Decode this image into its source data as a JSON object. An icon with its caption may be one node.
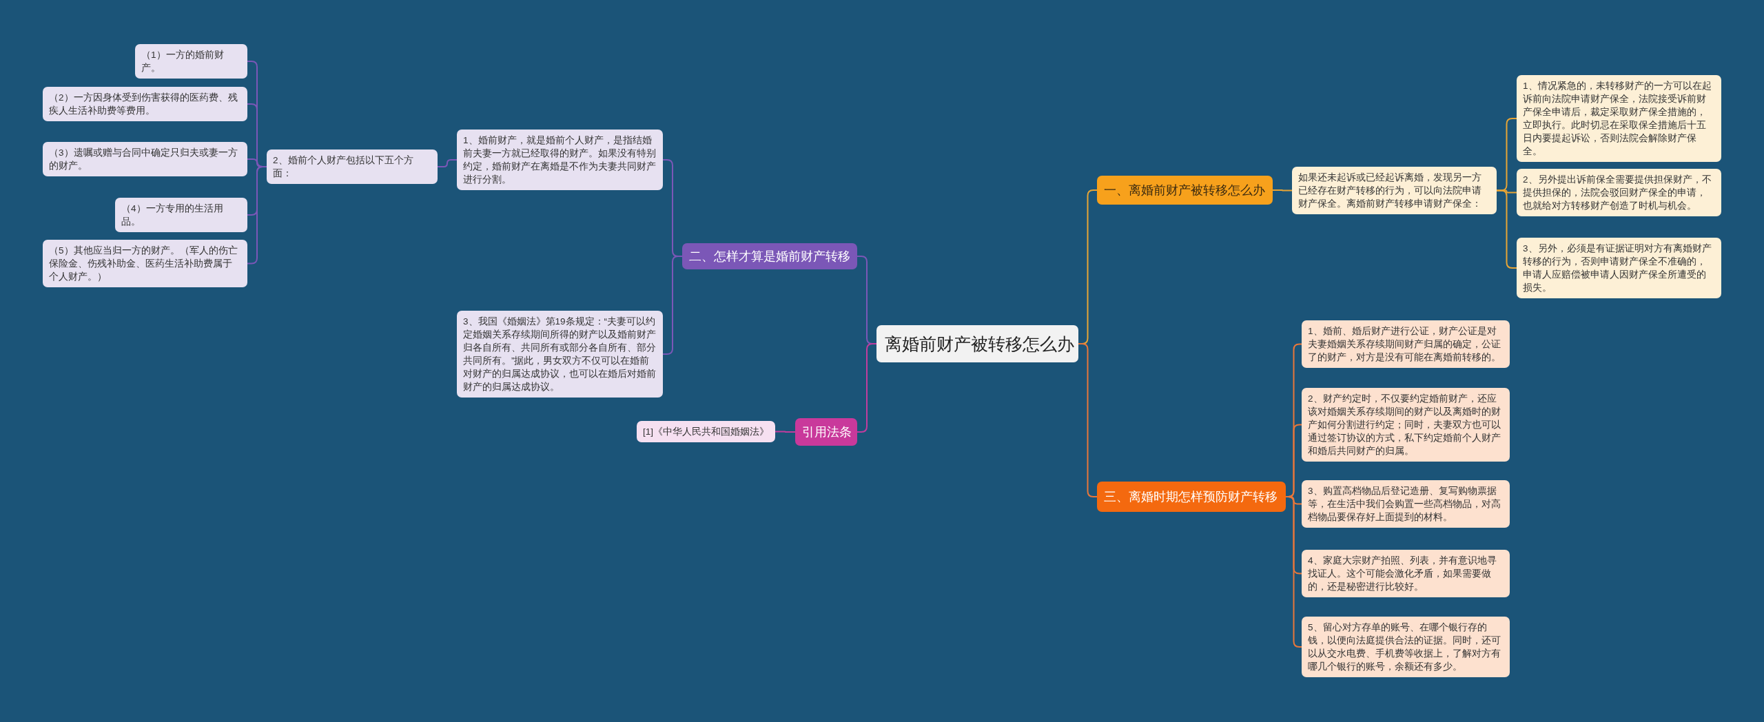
{
  "diagram": {
    "nodes": [
      {
        "text": [
          "离婚前财产被转移怎么办"
        ]
      },
      {
        "text": [
          "一、离婚前财产被转移怎么办"
        ]
      },
      {
        "text": [
          "如果还未起诉或已经起诉离婚，发现另一方已经存在财产转移的行为，可以向法院申请财产保全。离婚前财产转移申请财产保全："
        ]
      },
      {
        "text": [
          "1、情况紧急的，未转移财产的一方可以在起诉前向法院申请财产保全，法院接受诉前财产保全申请后，裁定采取财产保全措施的，立即执行。此时切忌在采取保全措施后十五日内要提起诉讼，否则法院会解除财产保全。"
        ]
      },
      {
        "text": [
          "2、另外提出诉前保全需要提供担保财产，不提供担保的，法院会驳回财产保全的申请，也就给对方转移财产创造了时机与机会。"
        ]
      },
      {
        "text": [
          "3、另外，必须是有证据证明对方有离婚财产转移的行为，否则申请财产保全不准确的，申请人应赔偿被申请人因财产保全所遭受的损失。"
        ]
      },
      {
        "text": [
          "三、离婚时期怎样预防财产转移"
        ]
      },
      {
        "text": [
          "1、婚前、婚后财产进行公证，财产公证是对夫妻婚姻关系存续期间财产归属的确定，公证了的财产，对方是没有可能在离婚前转移的。"
        ]
      },
      {
        "text": [
          "2、财产约定时，不仅要约定婚前财产，还应该对婚姻关系存续期间的财产以及离婚时的财产如何分割进行约定；同时，夫妻双方也可以通过签订协议的方式，私下约定婚前个人财产和婚后共同财产的归属。"
        ]
      },
      {
        "text": [
          "3、购置高档物品后登记造册、复写购物票据等，在生活中我们会购置一些高档物品，对高档物品要保存好上面提到的材料。"
        ]
      },
      {
        "text": [
          "4、家庭大宗财产拍照、列表，并有意识地寻找证人。这个可能会激化矛盾，如果需要做的，还是秘密进行比较好。"
        ]
      },
      {
        "text": [
          "5、留心对方存单的账号、在哪个银行存的钱，以便向法庭提供合法的证据。同时，还可以从交水电费、手机费等收据上，了解对方有哪几个银行的账号，余额还有多少。"
        ]
      },
      {
        "text": [
          "二、怎样才算是婚前财产转移"
        ]
      },
      {
        "text": [
          "1、婚前财产，就是婚前个人财产，是指结婚前夫妻一方就已经取得的财产。如果没有特别约定，婚前财产在离婚是不作为夫妻共同财产进行分割。"
        ]
      },
      {
        "text": [
          "2、婚前个人财产包括以下五个方面："
        ]
      },
      {
        "text": [
          "（1）一方的婚前财产。"
        ]
      },
      {
        "text": [
          "（2）一方因身体受到伤害获得的医药费、残疾人生活补助费等费用。"
        ]
      },
      {
        "text": [
          "（3）遗嘱或赠与合同中确定只归夫或妻一方的财产。"
        ]
      },
      {
        "text": [
          "（4）一方专用的生活用品。"
        ]
      },
      {
        "text": [
          "（5）其他应当归一方的财产。（军人的伤亡保险金、伤残补助金、医药生活补助费属于个人财产。）"
        ]
      },
      {
        "text": [
          "3、我国《婚姻法》第19条规定：“夫妻可以约定婚姻关系存续期间所得的财产以及婚前财产归各自所有、共同所有或部分各自所有、部分共同所有。”据此，男女双方不仅可以在婚前对财产的归属达成协议，也可以在婚后对婚前财产的归属达成协议。"
        ]
      },
      {
        "text": [
          "引用法条"
        ]
      },
      {
        "text": [
          "[1]《中华人民共和国婚姻法》"
        ]
      }
    ],
    "edges": [
      {
        "from": 0,
        "to": 1,
        "arrow": "none",
        "color": "#e8a535"
      },
      {
        "from": 1,
        "to": 2,
        "arrow": "none",
        "color": "#e8a535"
      },
      {
        "from": 2,
        "to": 3,
        "arrow": "none",
        "color": "#e8a535"
      },
      {
        "from": 2,
        "to": 4,
        "arrow": "none",
        "color": "#e8a535"
      },
      {
        "from": 2,
        "to": 5,
        "arrow": "none",
        "color": "#e8a535"
      },
      {
        "from": 0,
        "to": 6,
        "arrow": "none",
        "color": "#e8773a"
      },
      {
        "from": 6,
        "to": 7,
        "arrow": "none",
        "color": "#e8773a"
      },
      {
        "from": 6,
        "to": 8,
        "arrow": "none",
        "color": "#e8773a"
      },
      {
        "from": 6,
        "to": 9,
        "arrow": "none",
        "color": "#e8773a"
      },
      {
        "from": 6,
        "to": 10,
        "arrow": "none",
        "color": "#e8773a"
      },
      {
        "from": 6,
        "to": 11,
        "arrow": "none",
        "color": "#e8773a"
      },
      {
        "from": 0,
        "to": 12,
        "arrow": "none"
      },
      {
        "from": 12,
        "to": 13,
        "arrow": "none"
      },
      {
        "from": 13,
        "to": 14,
        "arrow": "none"
      },
      {
        "from": 14,
        "to": 15,
        "arrow": "none"
      },
      {
        "from": 14,
        "to": 16,
        "arrow": "none"
      },
      {
        "from": 14,
        "to": 17,
        "arrow": "none"
      },
      {
        "from": 14,
        "to": 18,
        "arrow": "none"
      },
      {
        "from": 14,
        "to": 19,
        "arrow": "none"
      },
      {
        "from": 12,
        "to": 20,
        "arrow": "none"
      },
      {
        "from": 0,
        "to": 21,
        "arrow": "none",
        "color": "#c23c9e"
      },
      {
        "from": 21,
        "to": 22,
        "arrow": "none",
        "color": "#c23c9e"
      }
    ]
  }
}
